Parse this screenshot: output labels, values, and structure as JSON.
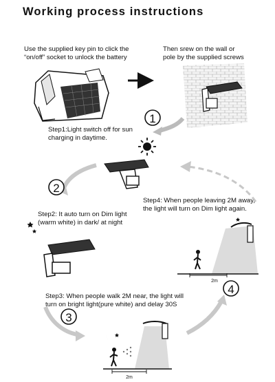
{
  "title": "Working process instructions",
  "captions": {
    "unlock": [
      "Use the supplied key pin to click the",
      "“on/off” socket to unlock the battery"
    ],
    "mount": [
      "Then srew on the wall or",
      "pole by the supplied screws"
    ],
    "step1": [
      "Step1:Light switch off for sun",
      "charging in daytime."
    ],
    "step2": [
      "Step2: It auto turn on Dim light",
      "(warm white) in dark/ at night"
    ],
    "step3": [
      "Step3: When people walk 2M near, the light will",
      "turn on bright light(pure white) and delay 30S"
    ],
    "step4": [
      "Step4: When people leaving 2M away,",
      "the light will turn on Dim light again."
    ]
  },
  "step_numbers": [
    "1",
    "2",
    "3",
    "4"
  ],
  "distance_labels": [
    "2m",
    "2m"
  ],
  "colors": {
    "ink": "#111111",
    "arrow_gray": "#c8c8c8",
    "light_beam": "#dcdcdc"
  },
  "icons": [
    "sun-icon",
    "moon-stars-icon",
    "solar-light-icon",
    "person-icon",
    "wall-icon"
  ]
}
